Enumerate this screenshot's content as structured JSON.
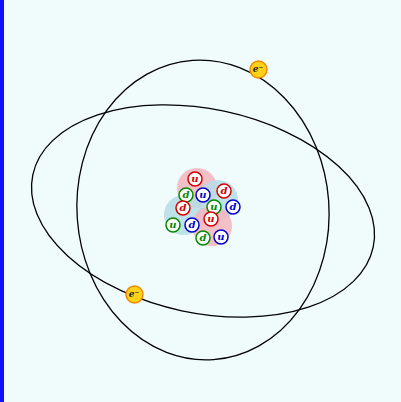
{
  "diagram": {
    "nodes": [
      {
        "text": [
          "e⁻"
        ]
      },
      {
        "text": [
          "u"
        ]
      },
      {
        "text": [
          "d"
        ]
      },
      {
        "text": [
          "d"
        ]
      },
      {
        "text": [
          "u"
        ]
      },
      {
        "text": [
          "u"
        ]
      },
      {
        "text": [
          "d"
        ]
      },
      {
        "text": [
          "d"
        ]
      },
      {
        "text": [
          "u"
        ]
      },
      {
        "text": [
          "d"
        ]
      },
      {
        "text": [
          "u"
        ]
      },
      {
        "text": [
          "u"
        ]
      },
      {
        "text": [
          "d"
        ]
      },
      {
        "text": [
          "e⁻"
        ]
      }
    ]
  }
}
